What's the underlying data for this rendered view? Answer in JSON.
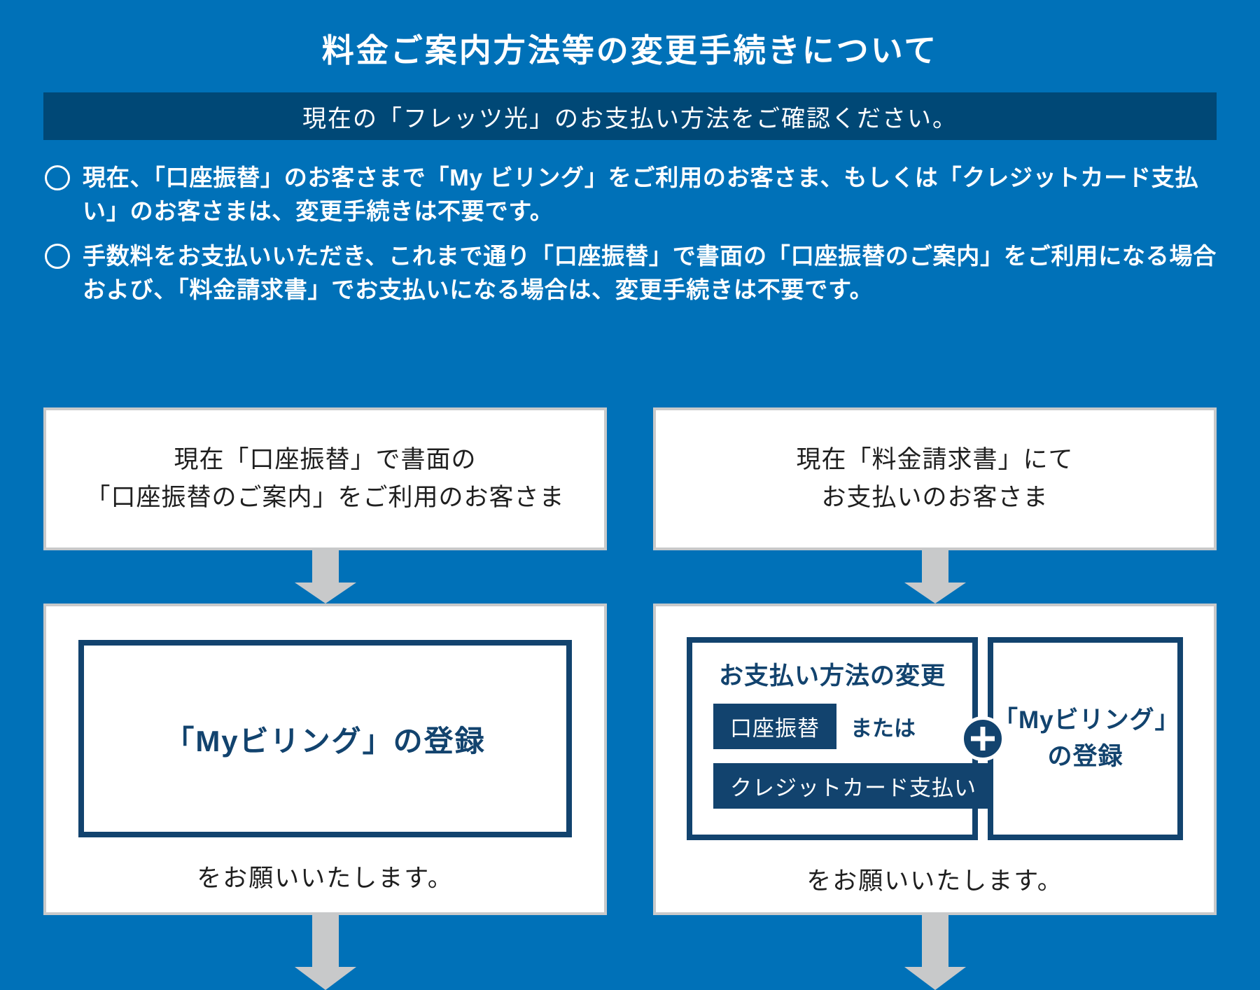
{
  "header": {
    "title": "料金ご案内方法等の変更手続きについて",
    "banner": "現在の「フレッツ光」のお支払い方法をご確認ください。"
  },
  "notes": [
    "現在、「口座振替」のお客さまで「My ビリング」をご利用のお客さま、もしくは「クレジットカード支払い」のお客さまは、変更手続きは不要です。",
    "手数料をお支払いいただき、これまで通り「口座振替」で書面の「口座振替のご案内」をご利用になる場合および、「料金請求書」でお支払いになる場合は、変更手続きは不要です。"
  ],
  "flow": {
    "left": {
      "source": {
        "line1": "現在「口座振替」で書面の",
        "line2": "「口座振替のご案内」をご利用のお客さま"
      },
      "action": "「Myビリング」の登録",
      "request": "をお願いいたします。"
    },
    "right": {
      "source": {
        "line1": "現在「料金請求書」にて",
        "line2": "お支払いのお客さま"
      },
      "payment_change": {
        "title": "お支払い方法の変更",
        "option1": "口座振替",
        "or": "または",
        "option2": "クレジットカード支払い"
      },
      "register": {
        "line1": "「Myビリング」",
        "line2": "の登録"
      },
      "request": "をお願いいたします。"
    }
  },
  "icons": {
    "note_marker": "circle-outline",
    "down_arrow": "gray-down-arrow",
    "plus": "plus-in-circle"
  },
  "colors": {
    "background": "#0071b8",
    "banner_bg": "#004876",
    "navy": "#12436e",
    "border_gray": "#c8c9ca",
    "text_dark": "#1f1f1f",
    "white": "#ffffff"
  }
}
